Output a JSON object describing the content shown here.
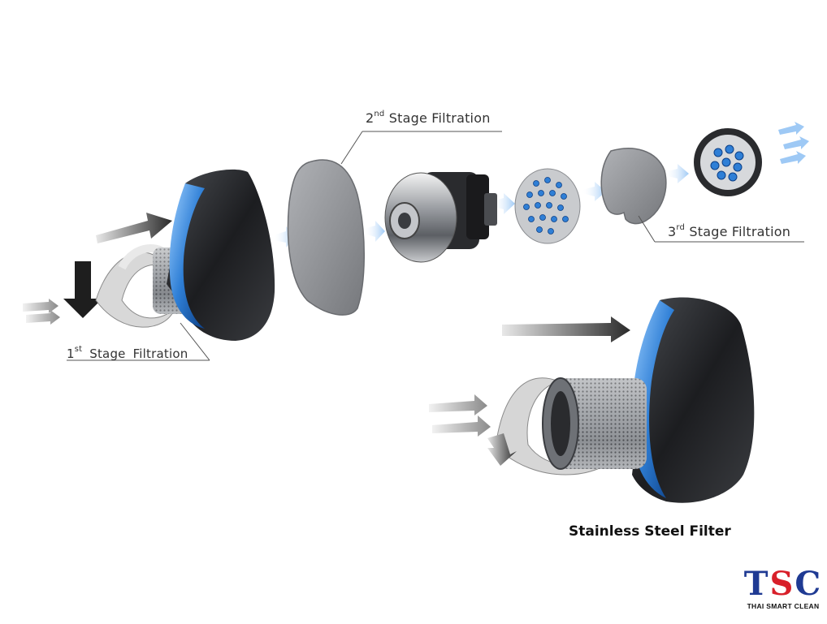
{
  "labels": {
    "stage1": {
      "num": "1",
      "sup": "st",
      "text": "Stage  Filtration"
    },
    "stage2": {
      "num": "2",
      "sup": "nd",
      "text": "Stage Filtration"
    },
    "stage3": {
      "num": "3",
      "sup": "rd",
      "text": "Stage Filtration"
    }
  },
  "caption": "Stainless Steel Filter",
  "logo": {
    "mark": {
      "t": "T",
      "s": "S",
      "c": "C"
    },
    "subtitle": "THAI SMART CLEAN",
    "colors": {
      "t": "#1f3a93",
      "s": "#d8202a",
      "c": "#1f3a93"
    }
  },
  "colors": {
    "accent_blue": "#2f7fd6",
    "casing_dark": "#2b2d30",
    "foam_gray": "#8a8c90"
  }
}
